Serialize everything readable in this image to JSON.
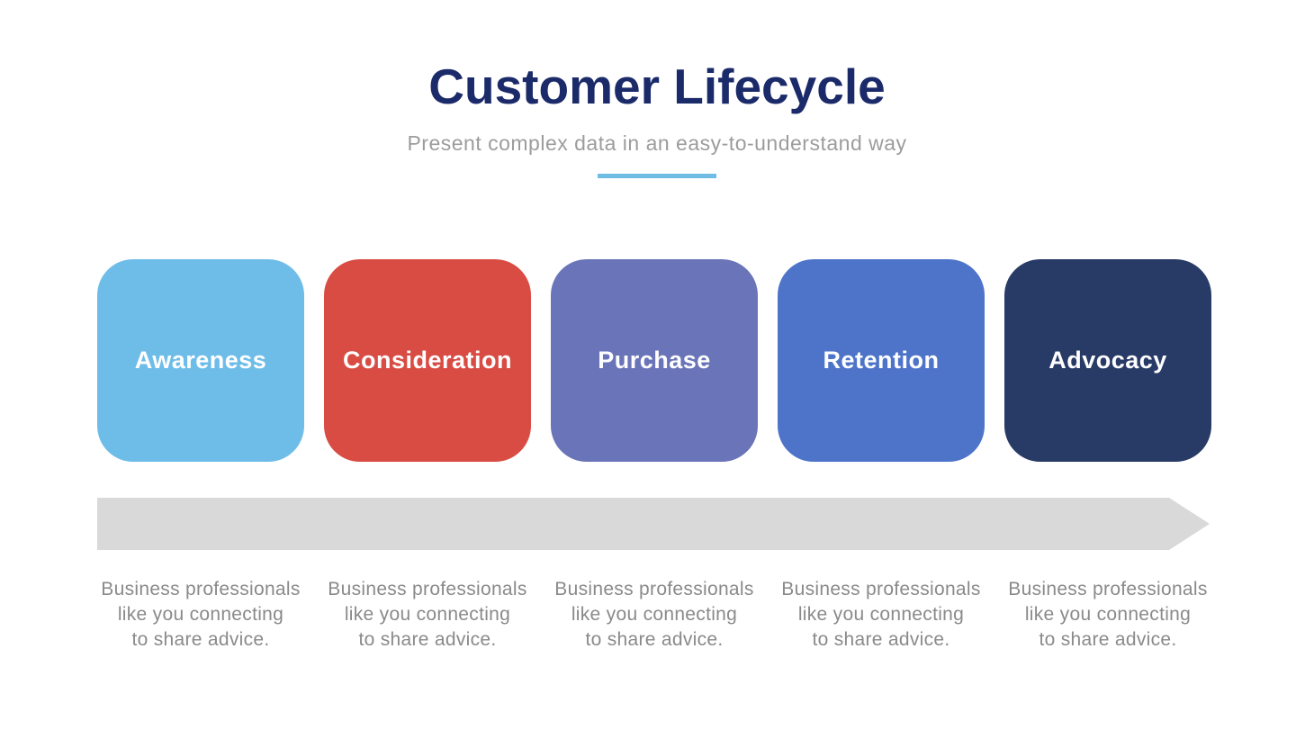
{
  "slide": {
    "title": "Customer Lifecycle",
    "subtitle": "Present complex data in an easy-to-understand way",
    "background_color": "#FFFFFF",
    "title_color": "#1B2A69",
    "subtitle_color": "#9C9C9C",
    "divider_color": "#6FBCE4",
    "description_color": "#8A8A8A",
    "stage_label_color": "#FFFFFF"
  },
  "arrow": {
    "color": "#D9D9D9",
    "direction": "right"
  },
  "stages": [
    {
      "label": "Awareness",
      "color": "#6EBDE9",
      "description": "Business professionals\nlike you connecting\nto share advice."
    },
    {
      "label": "Consideration",
      "color": "#D94C44",
      "description": "Business professionals\nlike you connecting\nto share advice."
    },
    {
      "label": "Purchase",
      "color": "#6A74B8",
      "description": "Business professionals\nlike you connecting\nto share advice."
    },
    {
      "label": "Retention",
      "color": "#4E74CA",
      "description": "Business professionals\nlike you connecting\nto share advice."
    },
    {
      "label": "Advocacy",
      "color": "#283A66",
      "description": "Business professionals\nlike you connecting\nto share advice."
    }
  ]
}
